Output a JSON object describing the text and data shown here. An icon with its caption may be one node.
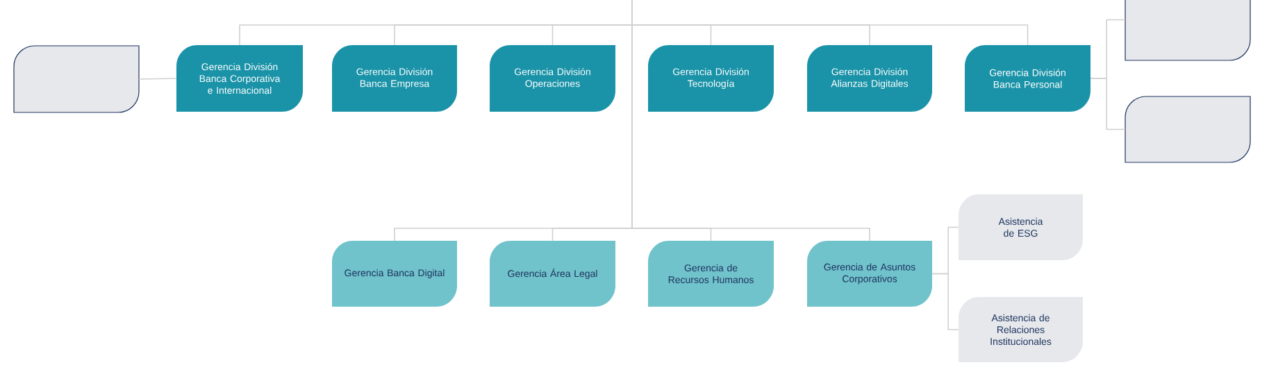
{
  "diagram": {
    "nodes": [
      {
        "text": [],
        "shape": "box"
      },
      {
        "text": [
          "Gerencia División Banca Corporativa e Internacional"
        ]
      },
      {
        "text": [
          "Gerencia División Banca Empresa"
        ]
      },
      {
        "text": [
          "Gerencia División Operaciones"
        ]
      },
      {
        "text": [
          "Gerencia División Tecnología"
        ]
      },
      {
        "text": [
          "Gerencia División Alianzas Digitales"
        ]
      },
      {
        "text": [
          "Gerencia División Banca Personal"
        ]
      },
      {
        "text": [],
        "shape": "box"
      },
      {
        "text": [],
        "shape": "box"
      },
      {
        "text": [
          "Gerencia Banca Digital"
        ]
      },
      {
        "text": [
          "Gerencia Área Legal"
        ]
      },
      {
        "text": [
          "Gerencia de Recursos Humanos"
        ]
      },
      {
        "text": [
          "Gerencia de Asuntos Corporativos"
        ]
      },
      {
        "text": [
          "Asistencia de ESG"
        ]
      },
      {
        "text": [
          "Asistencia de Relaciones Institucionales"
        ]
      }
    ],
    "edges": [
      {
        "from": 0,
        "to": 1,
        "arrow": "none"
      },
      {
        "from": null,
        "to": 1,
        "arrow": "none"
      },
      {
        "from": null,
        "to": 2,
        "arrow": "none"
      },
      {
        "from": null,
        "to": 3,
        "arrow": "none"
      },
      {
        "from": null,
        "to": 4,
        "arrow": "none"
      },
      {
        "from": null,
        "to": 5,
        "arrow": "none"
      },
      {
        "from": null,
        "to": 6,
        "arrow": "none"
      },
      {
        "from": 6,
        "to": 7,
        "arrow": "none"
      },
      {
        "from": 6,
        "to": 8,
        "arrow": "none"
      },
      {
        "from": null,
        "to": 9,
        "arrow": "none"
      },
      {
        "from": null,
        "to": 10,
        "arrow": "none"
      },
      {
        "from": null,
        "to": 11,
        "arrow": "none"
      },
      {
        "from": null,
        "to": 12,
        "arrow": "none"
      },
      {
        "from": 12,
        "to": 13,
        "arrow": "none"
      },
      {
        "from": 12,
        "to": 14,
        "arrow": "none"
      }
    ]
  }
}
